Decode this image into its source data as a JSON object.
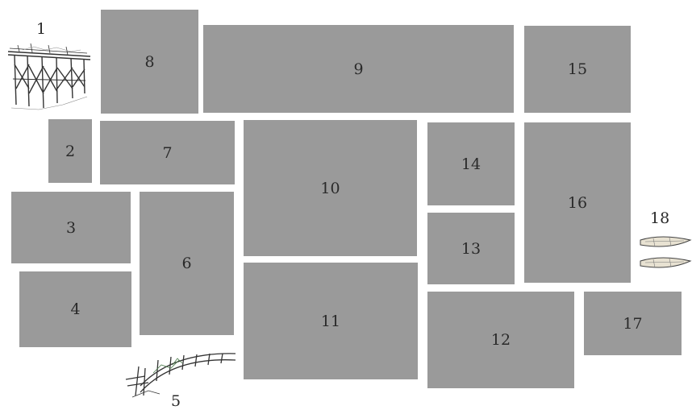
{
  "panels": [
    {
      "id": "8",
      "label": "8"
    },
    {
      "id": "9",
      "label": "9"
    },
    {
      "id": "15",
      "label": "15"
    },
    {
      "id": "2",
      "label": "2"
    },
    {
      "id": "7",
      "label": "7"
    },
    {
      "id": "10",
      "label": "10"
    },
    {
      "id": "14",
      "label": "14"
    },
    {
      "id": "16",
      "label": "16"
    },
    {
      "id": "3",
      "label": "3"
    },
    {
      "id": "6",
      "label": "6"
    },
    {
      "id": "13",
      "label": "13"
    },
    {
      "id": "4",
      "label": "4"
    },
    {
      "id": "11",
      "label": "11"
    },
    {
      "id": "12",
      "label": "12"
    },
    {
      "id": "17",
      "label": "17"
    }
  ],
  "sketches": {
    "trestle": {
      "label": "1",
      "icon": "trestle-bridge-sketch"
    },
    "arched_bridge": {
      "label": "5",
      "icon": "arched-bridge-sketch"
    },
    "canoes": {
      "label": "18",
      "icon": "canoes-sketch"
    }
  },
  "colors": {
    "panel_fill": "#9a9a9a",
    "label_text": "#2a2a2a",
    "background": "#ffffff"
  }
}
